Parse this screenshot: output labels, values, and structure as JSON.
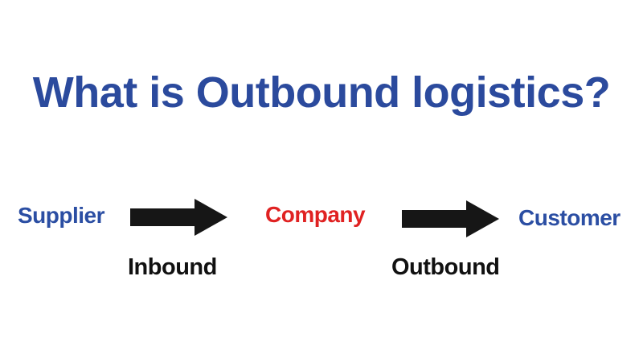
{
  "title": {
    "text": "What is Outbound logistics?",
    "color": "#2b4a9d"
  },
  "diagram": {
    "supplier": {
      "label": "Supplier",
      "color": "#2b4ea3"
    },
    "company": {
      "label": "Company",
      "color": "#e02222"
    },
    "customer": {
      "label": "Customer",
      "color": "#2b4ea3"
    },
    "inbound": {
      "label": "Inbound",
      "color": "#111111"
    },
    "outbound": {
      "label": "Outbound",
      "color": "#111111"
    },
    "arrow_color": "#161616"
  }
}
